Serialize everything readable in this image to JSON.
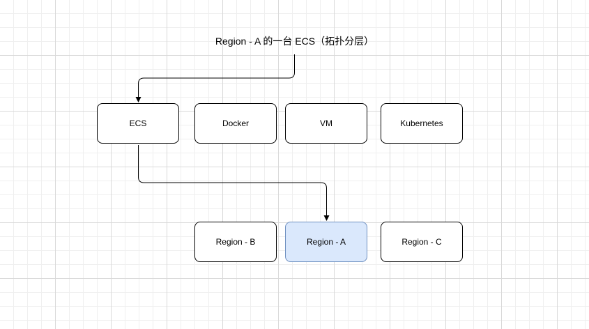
{
  "diagram": {
    "title": "Region - A 的一台 ECS（拓扑分层）",
    "layers": {
      "compute": [
        "ECS",
        "Docker",
        "VM",
        "Kubernetes"
      ],
      "regions": [
        "Region - B",
        "Region - A",
        "Region - C"
      ]
    },
    "highlighted_node": "Region - A",
    "colors": {
      "node_fill": "#ffffff",
      "node_border": "#000000",
      "highlight_fill": "#dae8fc",
      "highlight_border": "#6c8ebf",
      "edge": "#000000"
    },
    "edges": [
      {
        "from": "title",
        "to": "ECS"
      },
      {
        "from": "ECS",
        "to": "Region - A"
      }
    ]
  }
}
